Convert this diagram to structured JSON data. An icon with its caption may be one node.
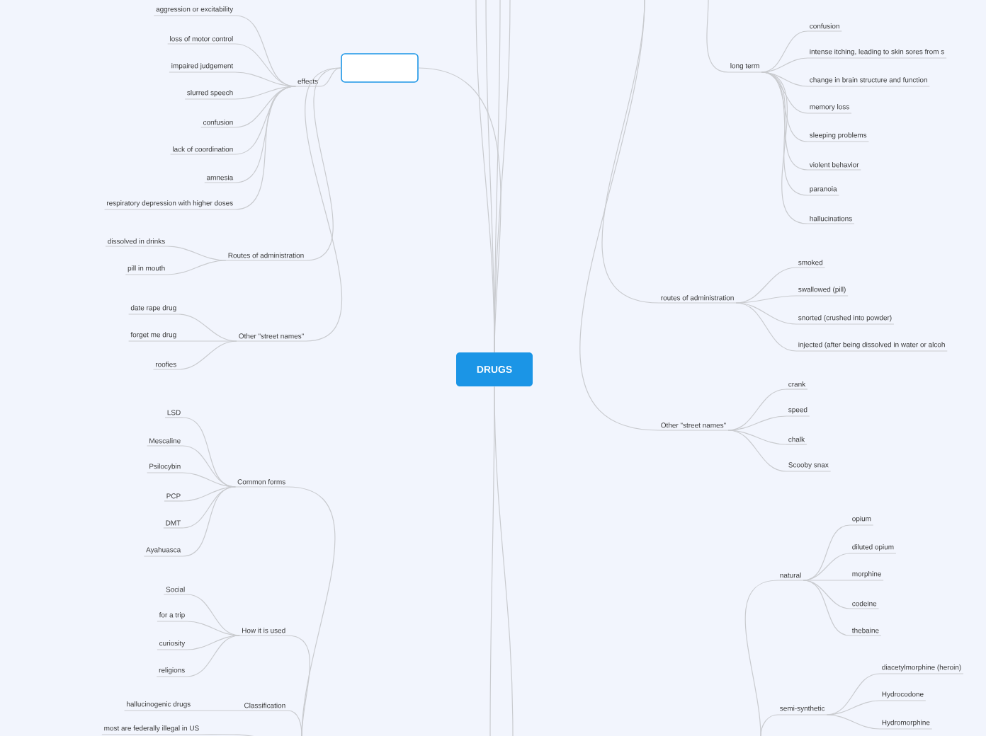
{
  "diagram": {
    "nodes": [
      {
        "text": [
          "DRUGS"
        ]
      },
      {
        "text": [],
        "shape": "box"
      },
      {
        "text": [
          "effects"
        ]
      },
      {
        "text": [
          "aggression or excitability"
        ]
      },
      {
        "text": [
          "loss of motor control"
        ]
      },
      {
        "text": [
          "impaired judgement"
        ]
      },
      {
        "text": [
          "slurred speech"
        ]
      },
      {
        "text": [
          "confusion"
        ]
      },
      {
        "text": [
          "lack of coordination"
        ]
      },
      {
        "text": [
          "amnesia"
        ]
      },
      {
        "text": [
          "respiratory depression with higher doses"
        ]
      },
      {
        "text": [
          "Routes of administration"
        ]
      },
      {
        "text": [
          "dissolved in drinks"
        ]
      },
      {
        "text": [
          "pill in mouth"
        ]
      },
      {
        "text": [
          "Other \"street names\""
        ]
      },
      {
        "text": [
          "date rape drug"
        ]
      },
      {
        "text": [
          "forget me drug"
        ]
      },
      {
        "text": [
          "roofies"
        ]
      },
      {
        "text": [
          "Common forms"
        ]
      },
      {
        "text": [
          "LSD"
        ]
      },
      {
        "text": [
          "Mescaline"
        ]
      },
      {
        "text": [
          "Psilocybin"
        ]
      },
      {
        "text": [
          "PCP"
        ]
      },
      {
        "text": [
          "DMT"
        ]
      },
      {
        "text": [
          "Ayahuasca"
        ]
      },
      {
        "text": [
          "How it is used"
        ]
      },
      {
        "text": [
          "Social"
        ]
      },
      {
        "text": [
          "for a trip"
        ]
      },
      {
        "text": [
          "curiosity"
        ]
      },
      {
        "text": [
          "religions"
        ]
      },
      {
        "text": [
          "Classification"
        ]
      },
      {
        "text": [
          "hallucinogenic drugs"
        ]
      },
      {
        "text": [
          "most are federally illegal in US"
        ]
      },
      {
        "text": [
          "long term"
        ]
      },
      {
        "text": [
          "confusion"
        ]
      },
      {
        "text": [
          "intense itching, leading to skin sores from s"
        ]
      },
      {
        "text": [
          "change in brain structure and function"
        ]
      },
      {
        "text": [
          "memory loss"
        ]
      },
      {
        "text": [
          "sleeping problems"
        ]
      },
      {
        "text": [
          "violent behavior"
        ]
      },
      {
        "text": [
          "paranoia"
        ]
      },
      {
        "text": [
          "hallucinations"
        ]
      },
      {
        "text": [
          "routes of administration"
        ]
      },
      {
        "text": [
          "smoked"
        ]
      },
      {
        "text": [
          "swallowed (pill)"
        ]
      },
      {
        "text": [
          "snorted (crushed into powder)"
        ]
      },
      {
        "text": [
          "injected (after being dissolved in water or alcoh"
        ]
      },
      {
        "text": [
          "Other \"street names\""
        ]
      },
      {
        "text": [
          "crank"
        ]
      },
      {
        "text": [
          "speed"
        ]
      },
      {
        "text": [
          "chalk"
        ]
      },
      {
        "text": [
          "Scooby snax"
        ]
      },
      {
        "text": [
          "natural"
        ]
      },
      {
        "text": [
          "opium"
        ]
      },
      {
        "text": [
          "diluted opium"
        ]
      },
      {
        "text": [
          "morphine"
        ]
      },
      {
        "text": [
          "codeine"
        ]
      },
      {
        "text": [
          "thebaine"
        ]
      },
      {
        "text": [
          "semi-synthetic"
        ]
      },
      {
        "text": [
          "diacetylmorphine (heroin)"
        ]
      },
      {
        "text": [
          "Hydrocodone"
        ]
      },
      {
        "text": [
          "Hydromorphine"
        ]
      }
    ],
    "edges": [
      {
        "from": 0,
        "to": 1,
        "arrow": "none"
      },
      {
        "from": 0,
        "to": null,
        "arrow": "none"
      },
      {
        "from": 0,
        "to": null,
        "arrow": "none"
      },
      {
        "from": 0,
        "to": null,
        "arrow": "none"
      },
      {
        "from": 0,
        "to": null,
        "arrow": "none"
      },
      {
        "from": 0,
        "to": null,
        "arrow": "none"
      },
      {
        "from": 0,
        "to": null,
        "arrow": "none"
      },
      {
        "from": 1,
        "to": 2,
        "arrow": "none"
      },
      {
        "from": 2,
        "to": 3,
        "arrow": "none"
      },
      {
        "from": 2,
        "to": 4,
        "arrow": "none"
      },
      {
        "from": 2,
        "to": 5,
        "arrow": "none"
      },
      {
        "from": 2,
        "to": 6,
        "arrow": "none"
      },
      {
        "from": 2,
        "to": 7,
        "arrow": "none"
      },
      {
        "from": 2,
        "to": 8,
        "arrow": "none"
      },
      {
        "from": 2,
        "to": 9,
        "arrow": "none"
      },
      {
        "from": 2,
        "to": 10,
        "arrow": "none"
      },
      {
        "from": 1,
        "to": 11,
        "arrow": "none"
      },
      {
        "from": 11,
        "to": 12,
        "arrow": "none"
      },
      {
        "from": 11,
        "to": 13,
        "arrow": "none"
      },
      {
        "from": 1,
        "to": 14,
        "arrow": "none"
      },
      {
        "from": 14,
        "to": 15,
        "arrow": "none"
      },
      {
        "from": 14,
        "to": 16,
        "arrow": "none"
      },
      {
        "from": 14,
        "to": 17,
        "arrow": "none"
      },
      {
        "from": null,
        "to": 18,
        "arrow": "none"
      },
      {
        "from": 18,
        "to": 19,
        "arrow": "none"
      },
      {
        "from": 18,
        "to": 20,
        "arrow": "none"
      },
      {
        "from": 18,
        "to": 21,
        "arrow": "none"
      },
      {
        "from": 18,
        "to": 22,
        "arrow": "none"
      },
      {
        "from": 18,
        "to": 23,
        "arrow": "none"
      },
      {
        "from": 18,
        "to": 24,
        "arrow": "none"
      },
      {
        "from": null,
        "to": 25,
        "arrow": "none"
      },
      {
        "from": 25,
        "to": 26,
        "arrow": "none"
      },
      {
        "from": 25,
        "to": 27,
        "arrow": "none"
      },
      {
        "from": 25,
        "to": 28,
        "arrow": "none"
      },
      {
        "from": 25,
        "to": 29,
        "arrow": "none"
      },
      {
        "from": null,
        "to": 30,
        "arrow": "none"
      },
      {
        "from": 30,
        "to": 31,
        "arrow": "none"
      },
      {
        "from": null,
        "to": 32,
        "arrow": "none"
      },
      {
        "from": null,
        "to": 33,
        "arrow": "none"
      },
      {
        "from": 33,
        "to": 34,
        "arrow": "none"
      },
      {
        "from": 33,
        "to": 35,
        "arrow": "none"
      },
      {
        "from": 33,
        "to": 36,
        "arrow": "none"
      },
      {
        "from": 33,
        "to": 37,
        "arrow": "none"
      },
      {
        "from": 33,
        "to": 38,
        "arrow": "none"
      },
      {
        "from": 33,
        "to": 39,
        "arrow": "none"
      },
      {
        "from": 33,
        "to": 40,
        "arrow": "none"
      },
      {
        "from": 33,
        "to": 41,
        "arrow": "none"
      },
      {
        "from": null,
        "to": 42,
        "arrow": "none"
      },
      {
        "from": 42,
        "to": 43,
        "arrow": "none"
      },
      {
        "from": 42,
        "to": 44,
        "arrow": "none"
      },
      {
        "from": 42,
        "to": 45,
        "arrow": "none"
      },
      {
        "from": 42,
        "to": 46,
        "arrow": "none"
      },
      {
        "from": null,
        "to": 47,
        "arrow": "none"
      },
      {
        "from": 47,
        "to": 48,
        "arrow": "none"
      },
      {
        "from": 47,
        "to": 49,
        "arrow": "none"
      },
      {
        "from": 47,
        "to": 50,
        "arrow": "none"
      },
      {
        "from": 47,
        "to": 51,
        "arrow": "none"
      },
      {
        "from": null,
        "to": 52,
        "arrow": "none"
      },
      {
        "from": 52,
        "to": 53,
        "arrow": "none"
      },
      {
        "from": 52,
        "to": 54,
        "arrow": "none"
      },
      {
        "from": 52,
        "to": 55,
        "arrow": "none"
      },
      {
        "from": 52,
        "to": 56,
        "arrow": "none"
      },
      {
        "from": 52,
        "to": 57,
        "arrow": "none"
      },
      {
        "from": null,
        "to": 58,
        "arrow": "none"
      },
      {
        "from": 58,
        "to": 59,
        "arrow": "none"
      },
      {
        "from": 58,
        "to": 60,
        "arrow": "none"
      },
      {
        "from": 58,
        "to": 61,
        "arrow": "none"
      }
    ]
  }
}
